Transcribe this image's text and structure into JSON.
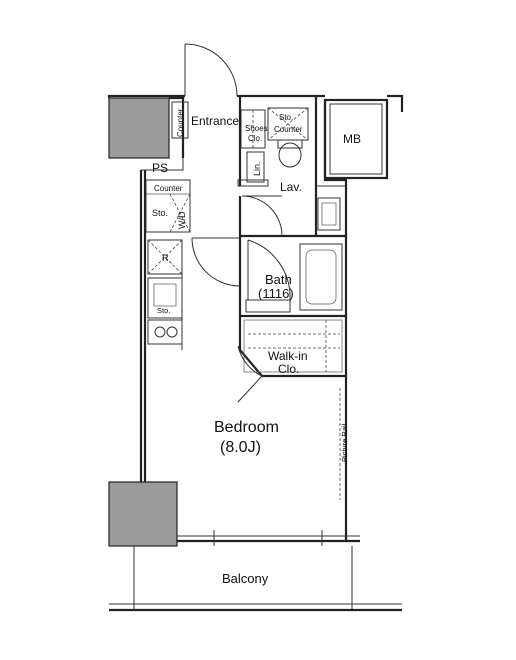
{
  "rooms": {
    "entrance": "Entrance",
    "counter_entrance": "Counter",
    "shoes_closet": [
      "Shoes",
      "Clo."
    ],
    "storage_counter": [
      "Sto.",
      "Counter"
    ],
    "mb": "MB",
    "ps": "PS",
    "linen": "Lin.",
    "lavatory": "Lav.",
    "counter_kitchen": "Counter",
    "storage_kitchen": "Sto.",
    "washer_dryer": "W/D",
    "refrigerator": "R",
    "storage_sink": "Sto.",
    "bath": [
      "Bath",
      "(1116)"
    ],
    "walk_in_closet": [
      "Walk-in",
      "Clo."
    ],
    "bedroom": [
      "Bedroom",
      "(8.0J)"
    ],
    "picture_rail": "Picture Rail",
    "balcony": "Balcony"
  }
}
